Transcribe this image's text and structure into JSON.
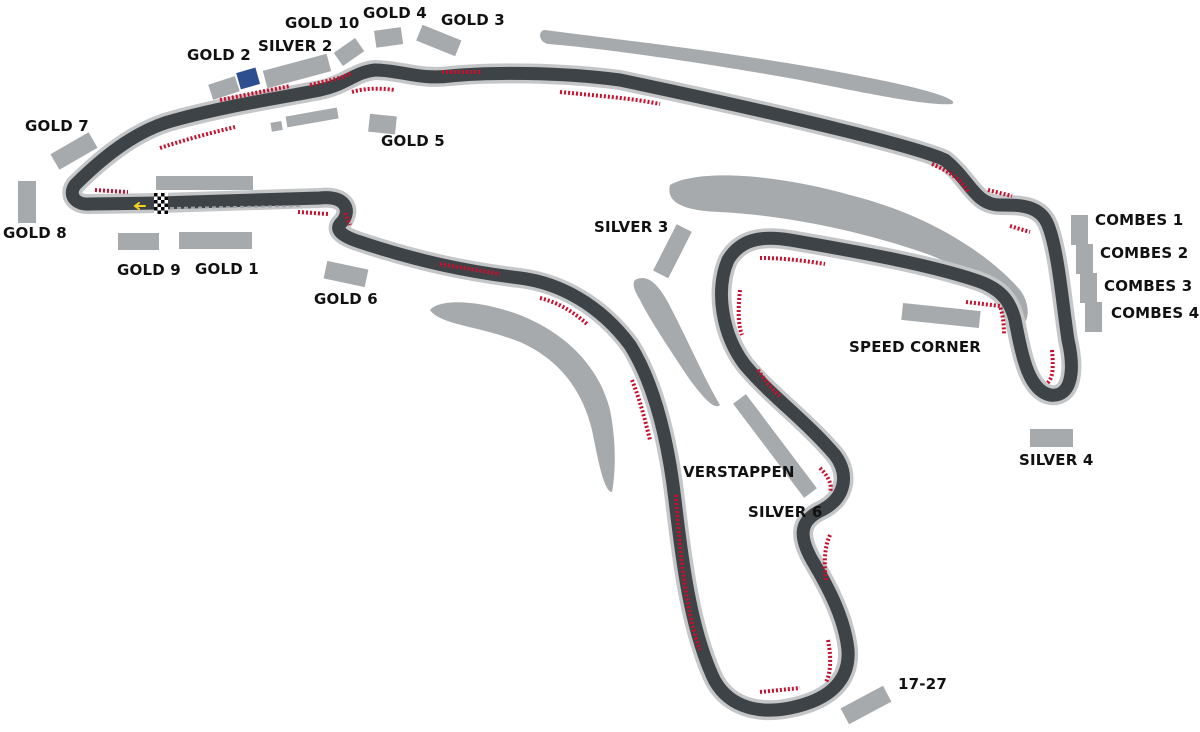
{
  "map": {
    "colors": {
      "track": "#3d4347",
      "track_edge": "#c4c6c8",
      "kerb": "#c8102e",
      "stand": "#a7aaac",
      "stand_selected": "#2e4f8f",
      "runoff": "#a7aaac",
      "label": "#111111"
    },
    "icons": [
      "start-finish-flag-icon",
      "direction-arrow-icon"
    ],
    "stands": [
      {
        "id": "gold-10",
        "label": "GOLD 10"
      },
      {
        "id": "gold-4",
        "label": "GOLD 4"
      },
      {
        "id": "gold-3",
        "label": "GOLD 3"
      },
      {
        "id": "gold-2",
        "label": "GOLD 2",
        "selected": true
      },
      {
        "id": "silver-2",
        "label": "SILVER 2"
      },
      {
        "id": "gold-7",
        "label": "GOLD 7"
      },
      {
        "id": "gold-5",
        "label": "GOLD 5"
      },
      {
        "id": "gold-8",
        "label": "GOLD 8"
      },
      {
        "id": "gold-9",
        "label": "GOLD 9"
      },
      {
        "id": "gold-1",
        "label": "GOLD 1"
      },
      {
        "id": "gold-6",
        "label": "GOLD 6"
      },
      {
        "id": "silver-3",
        "label": "SILVER 3"
      },
      {
        "id": "combes-1",
        "label": "COMBES 1"
      },
      {
        "id": "combes-2",
        "label": "COMBES 2"
      },
      {
        "id": "combes-3",
        "label": "COMBES 3"
      },
      {
        "id": "combes-4",
        "label": "COMBES 4"
      },
      {
        "id": "speed-corner",
        "label": "SPEED CORNER"
      },
      {
        "id": "silver-4",
        "label": "SILVER 4"
      },
      {
        "id": "verstappen",
        "label": "VERSTAPPEN"
      },
      {
        "id": "silver-6",
        "label": "SILVER 6"
      },
      {
        "id": "17-27",
        "label": "17-27"
      }
    ]
  }
}
